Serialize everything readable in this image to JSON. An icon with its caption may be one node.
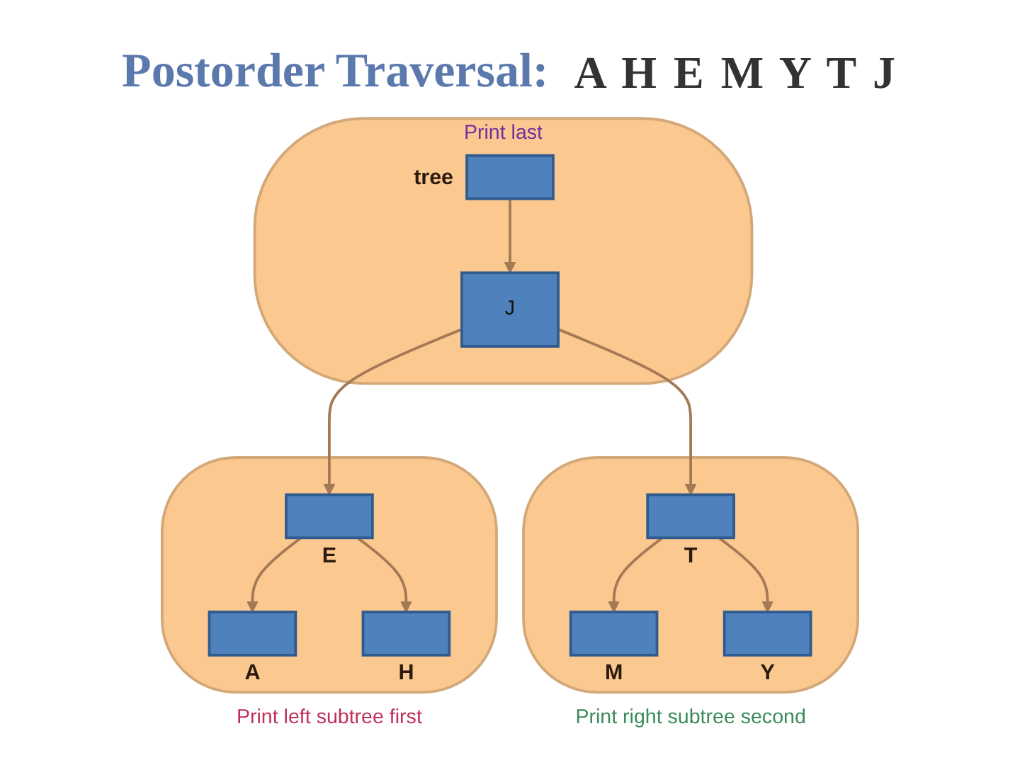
{
  "diagram": {
    "title": "Postorder Traversal:",
    "nodes": [
      {
        "text": [
          "Print last"
        ]
      },
      {
        "text": [],
        "shape": "box",
        "beside": [
          "tree"
        ],
        "in": 0
      },
      {
        "text": [
          "J"
        ],
        "in": 0
      },
      {
        "text": [
          "Print left subtree first"
        ]
      },
      {
        "text": [],
        "shape": "box",
        "beside": [
          "E"
        ],
        "in": 3
      },
      {
        "text": [],
        "shape": "box",
        "beside": [
          "A"
        ],
        "in": 3
      },
      {
        "text": [],
        "shape": "box",
        "beside": [
          "H"
        ],
        "in": 3
      },
      {
        "text": [
          "Print right subtree second"
        ]
      },
      {
        "text": [],
        "shape": "box",
        "beside": [
          "T"
        ],
        "in": 7
      },
      {
        "text": [],
        "shape": "box",
        "beside": [
          "M"
        ],
        "in": 7
      },
      {
        "text": [],
        "shape": "box",
        "beside": [
          "Y"
        ],
        "in": 7
      }
    ],
    "edges": [
      {
        "from": 1,
        "to": 2,
        "arrow": "to"
      },
      {
        "from": 2,
        "to": 4,
        "arrow": "to"
      },
      {
        "from": 2,
        "to": 8,
        "arrow": "to"
      },
      {
        "from": 4,
        "to": 5,
        "arrow": "to"
      },
      {
        "from": 4,
        "to": 6,
        "arrow": "to"
      },
      {
        "from": 8,
        "to": 9,
        "arrow": "to"
      },
      {
        "from": 8,
        "to": 10,
        "arrow": "to"
      }
    ],
    "labels": [
      "A H E M Y T J"
    ]
  }
}
